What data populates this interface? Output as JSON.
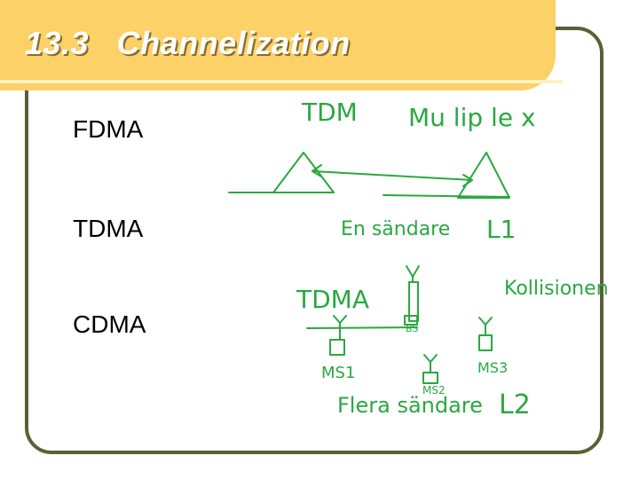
{
  "slide": {
    "title": "13.3   Channelization",
    "bullets": [
      "FDMA",
      "TDMA",
      "CDMA"
    ]
  },
  "annotations": {
    "tdm": "TDM",
    "multiplex": "Mu lip le x",
    "en_sandare": "En sändare",
    "l1": "L1",
    "tdma": "TDMA",
    "kollisionen": "Kollisionen",
    "bs": "BS",
    "ms1": "MS1",
    "ms2": "MS2",
    "ms3": "MS3",
    "flera_sandare": "Flera sändare",
    "l2": "L2"
  },
  "colors": {
    "title_bar": "#fbd168",
    "frame": "#5e5e34",
    "ink": "#2aa840"
  }
}
